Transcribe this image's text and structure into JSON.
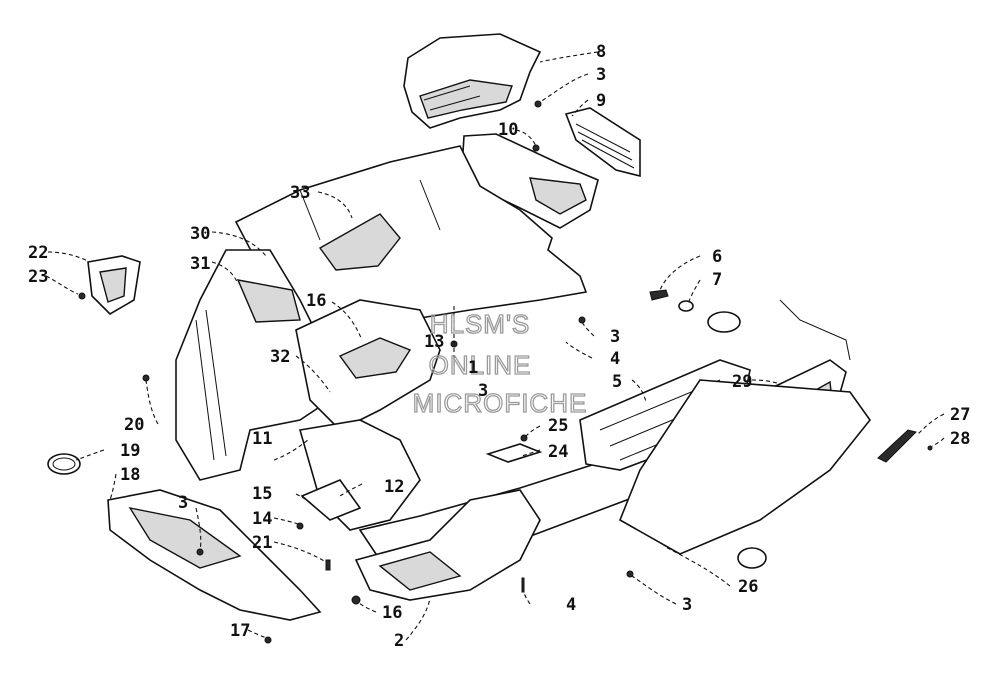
{
  "watermark": {
    "line1": "HLSM'S",
    "line2": "ONLINE",
    "line3": "MICROFICHE"
  },
  "callouts": [
    {
      "id": "c8",
      "text": "8"
    },
    {
      "id": "c3a",
      "text": "3"
    },
    {
      "id": "c9",
      "text": "9"
    },
    {
      "id": "c10",
      "text": "10"
    },
    {
      "id": "c33",
      "text": "33"
    },
    {
      "id": "c30",
      "text": "30"
    },
    {
      "id": "c31",
      "text": "31"
    },
    {
      "id": "c22",
      "text": "22"
    },
    {
      "id": "c23",
      "text": "23"
    },
    {
      "id": "c16a",
      "text": "16"
    },
    {
      "id": "c6",
      "text": "6"
    },
    {
      "id": "c7",
      "text": "7"
    },
    {
      "id": "c3b",
      "text": "3"
    },
    {
      "id": "c13",
      "text": "13"
    },
    {
      "id": "c1",
      "text": "1"
    },
    {
      "id": "c4a",
      "text": "4"
    },
    {
      "id": "c32",
      "text": "32"
    },
    {
      "id": "c3c",
      "text": "3"
    },
    {
      "id": "c5",
      "text": "5"
    },
    {
      "id": "c29",
      "text": "29"
    },
    {
      "id": "c20",
      "text": "20"
    },
    {
      "id": "c25",
      "text": "25"
    },
    {
      "id": "c24",
      "text": "24"
    },
    {
      "id": "c27",
      "text": "27"
    },
    {
      "id": "c28",
      "text": "28"
    },
    {
      "id": "c19",
      "text": "19"
    },
    {
      "id": "c11",
      "text": "11"
    },
    {
      "id": "c18",
      "text": "18"
    },
    {
      "id": "c15",
      "text": "15"
    },
    {
      "id": "c12",
      "text": "12"
    },
    {
      "id": "c3d",
      "text": "3"
    },
    {
      "id": "c14",
      "text": "14"
    },
    {
      "id": "c21",
      "text": "21"
    },
    {
      "id": "c26",
      "text": "26"
    },
    {
      "id": "c4b",
      "text": "4"
    },
    {
      "id": "c3e",
      "text": "3"
    },
    {
      "id": "c16b",
      "text": "16"
    },
    {
      "id": "c17",
      "text": "17"
    },
    {
      "id": "c2",
      "text": "2"
    }
  ]
}
